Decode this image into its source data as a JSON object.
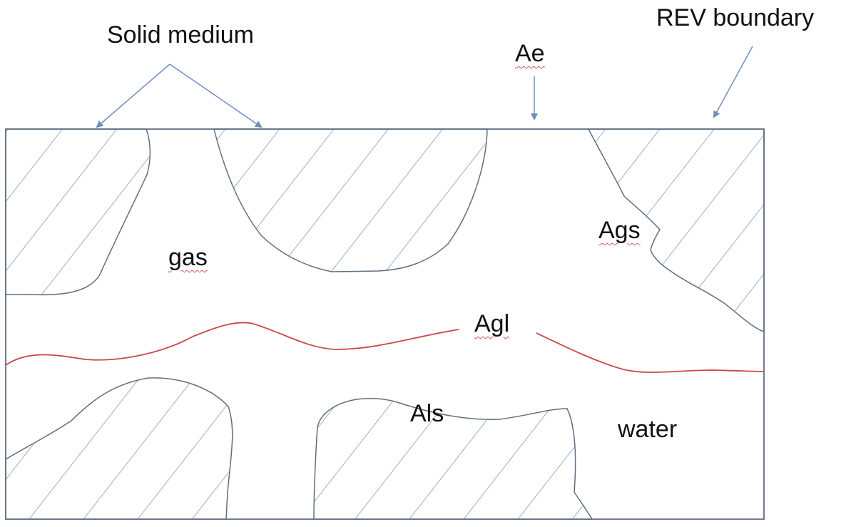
{
  "labels": {
    "solid_medium": "Solid medium",
    "ae": "Ae",
    "rev_boundary": "REV boundary",
    "ags": "Ags",
    "gas": "gas",
    "agl": "Agl",
    "als": "Als",
    "water": "water"
  },
  "colors": {
    "outline": "#5f6f82",
    "hatch": "#7a8ca4",
    "arrow": "#6f8fbf",
    "gas_liquid_interface": "#c94848",
    "text": "#111111"
  }
}
